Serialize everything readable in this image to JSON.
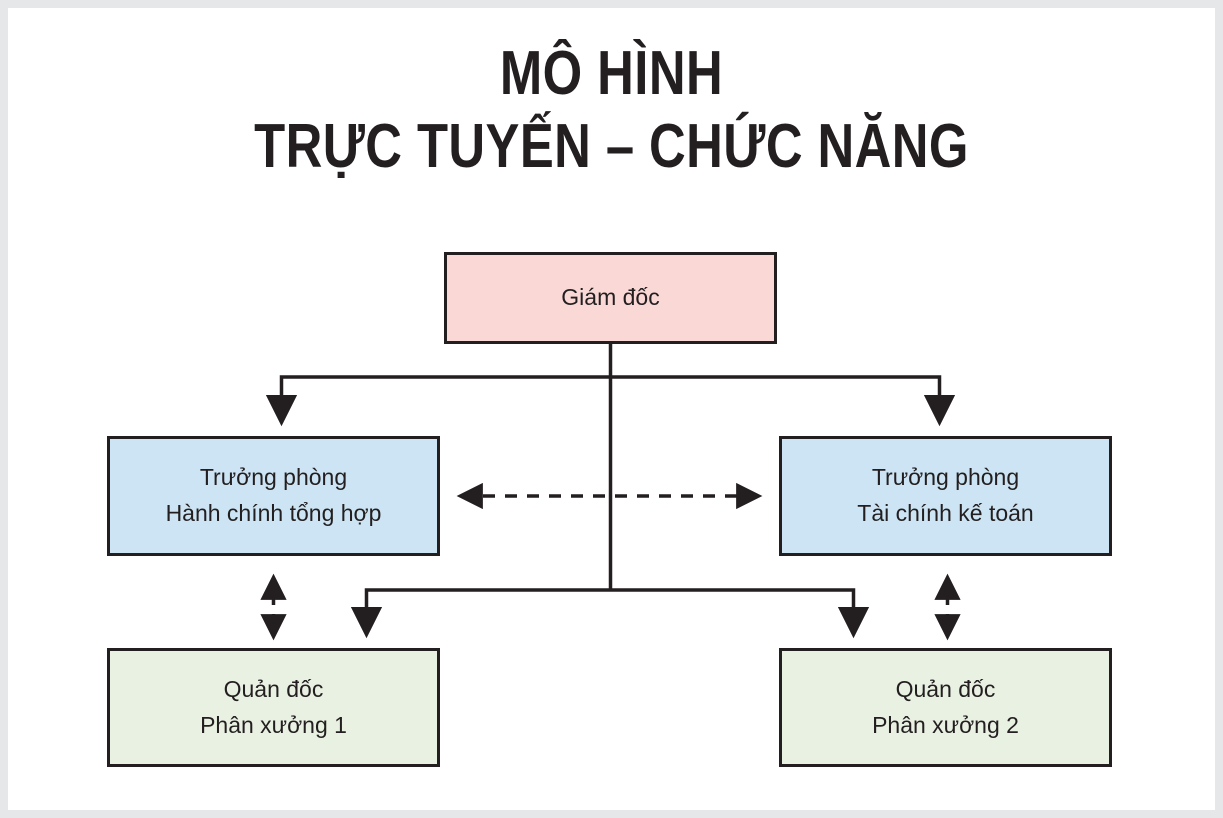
{
  "page": {
    "background_color": "#ffffff",
    "surround_color": "#e6e7e8"
  },
  "title": {
    "text": "MÔ HÌNH\nTRỰC TUYẾN – CHỨC NĂNG",
    "line1": "MÔ HÌNH",
    "line2": "TRỰC TUYẾN – CHỨC NĂNG",
    "color": "#231f20"
  },
  "chart_data": {
    "type": "diagram",
    "diagram_kind": "organizational-chart",
    "title": "MÔ HÌNH TRỰC TUYẾN – CHỨC NĂNG",
    "nodes": [
      {
        "id": "director",
        "label": "Giám đốc",
        "level": 1,
        "fill": "#fad8d6",
        "border": "#231f20"
      },
      {
        "id": "admin",
        "label": "Trưởng phòng\nHành chính tổng hợp",
        "line1": "Trưởng phòng",
        "line2": "Hành chính tổng hợp",
        "level": 2,
        "fill": "#cce4f3",
        "border": "#231f20"
      },
      {
        "id": "finance",
        "label": "Trưởng phòng\nTài chính kế toán",
        "line1": "Trưởng phòng",
        "line2": "Tài chính kế toán",
        "level": 2,
        "fill": "#cce4f3",
        "border": "#231f20"
      },
      {
        "id": "workshop1",
        "label": "Quản đốc\nPhân xưởng 1",
        "line1": "Quản đốc",
        "line2": "Phân xưởng 1",
        "level": 3,
        "fill": "#e9f1e2",
        "border": "#231f20"
      },
      {
        "id": "workshop2",
        "label": "Quản đốc\nPhân xưởng 2",
        "line1": "Quản đốc",
        "line2": "Phân xưởng 2",
        "level": 3,
        "fill": "#e9f1e2",
        "border": "#231f20"
      }
    ],
    "edges": [
      {
        "from": "director",
        "to": "admin",
        "style": "solid",
        "arrow": "single",
        "orientation": "vertical"
      },
      {
        "from": "director",
        "to": "finance",
        "style": "solid",
        "arrow": "single",
        "orientation": "vertical"
      },
      {
        "from": "director",
        "to": "workshop1",
        "style": "solid",
        "arrow": "single",
        "orientation": "vertical"
      },
      {
        "from": "director",
        "to": "workshop2",
        "style": "solid",
        "arrow": "single",
        "orientation": "vertical"
      },
      {
        "from": "admin",
        "to": "finance",
        "style": "dashed",
        "arrow": "double",
        "orientation": "horizontal"
      },
      {
        "from": "admin",
        "to": "workshop1",
        "style": "dashed",
        "arrow": "double",
        "orientation": "vertical"
      },
      {
        "from": "finance",
        "to": "workshop2",
        "style": "dashed",
        "arrow": "double",
        "orientation": "vertical"
      }
    ],
    "line_color": "#231f20"
  }
}
